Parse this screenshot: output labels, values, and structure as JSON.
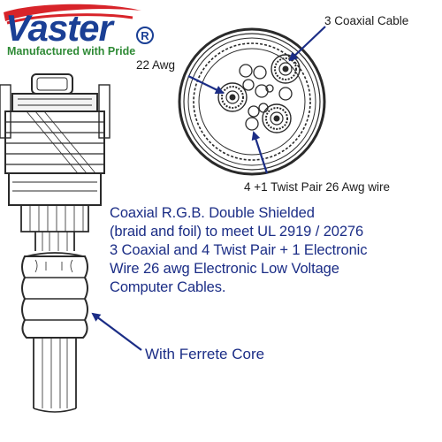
{
  "logo": {
    "brand": "Vaster",
    "registered_mark": "R",
    "tagline": "Manufactured with Pride",
    "brand_color": "#1a3f95",
    "swoosh_color": "#d8242a",
    "tagline_color": "#2e8a35"
  },
  "labels": {
    "coaxial_cable": "3 Coaxial Cable",
    "awg_22": "22 Awg",
    "twist_pair": "4 +1 Twist Pair 26 Awg wire",
    "ferrite_core": "With Ferrete Core"
  },
  "description": {
    "lines": [
      "Coaxial R.G.B. Double Shielded",
      "(braid and foil) to meet UL 2919 / 20276",
      "3 Coaxial and 4 Twist Pair + 1 Electronic",
      "Wire 26 awg  Electronic Low Voltage",
      "Computer Cables."
    ]
  },
  "colors": {
    "text_blue": "#1b2d86",
    "arrow_blue": "#1b2d86",
    "line_art": "#2a2a2a"
  },
  "icons": {
    "cable_cross_section": "cable-cross-section-icon",
    "vga_connector": "vga-connector-icon",
    "ferrite_core": "ferrite-core-icon"
  }
}
